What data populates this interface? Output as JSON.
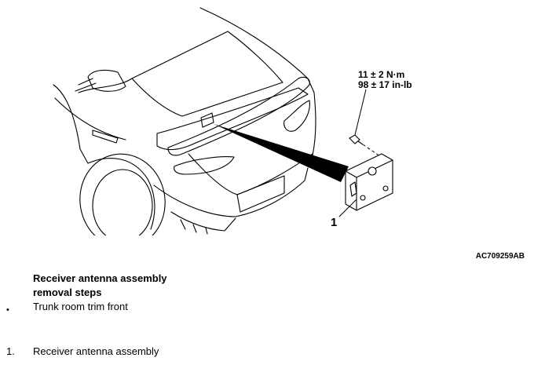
{
  "figure": {
    "torque_nm": "11 ± 2 N·m",
    "torque_inlb": "98 ± 17 in-lb",
    "callout": "1",
    "code": "AC709259AB"
  },
  "steps": {
    "title_line1": "Receiver antenna assembly",
    "title_line2": "removal steps",
    "pre_bullet": "•",
    "pre_step": "Trunk room trim front",
    "main_number": "1.",
    "main_step": "Receiver antenna assembly"
  }
}
